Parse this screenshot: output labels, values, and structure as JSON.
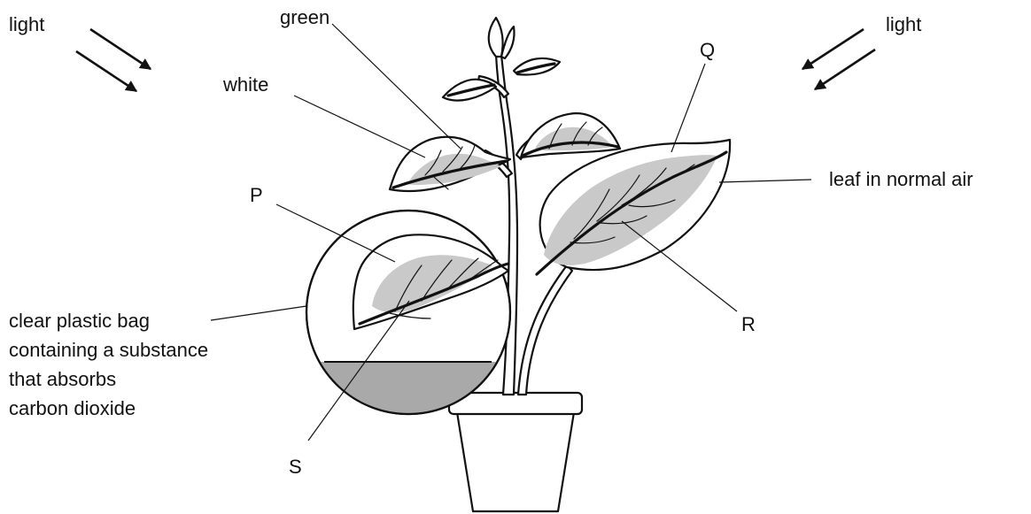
{
  "labels": {
    "light_left": "light",
    "light_right": "light",
    "green": "green",
    "white": "white",
    "q": "Q",
    "p": "P",
    "r": "R",
    "s": "S",
    "leaf_normal_air": "leaf in normal air",
    "bag_line1": "clear plastic bag",
    "bag_line2": "containing a substance",
    "bag_line3": "that absorbs",
    "bag_line4": "carbon dioxide"
  },
  "colors": {
    "ink": "#111111",
    "white_patch": "#c9c9c9",
    "absorbent": "#a9a9a9"
  }
}
